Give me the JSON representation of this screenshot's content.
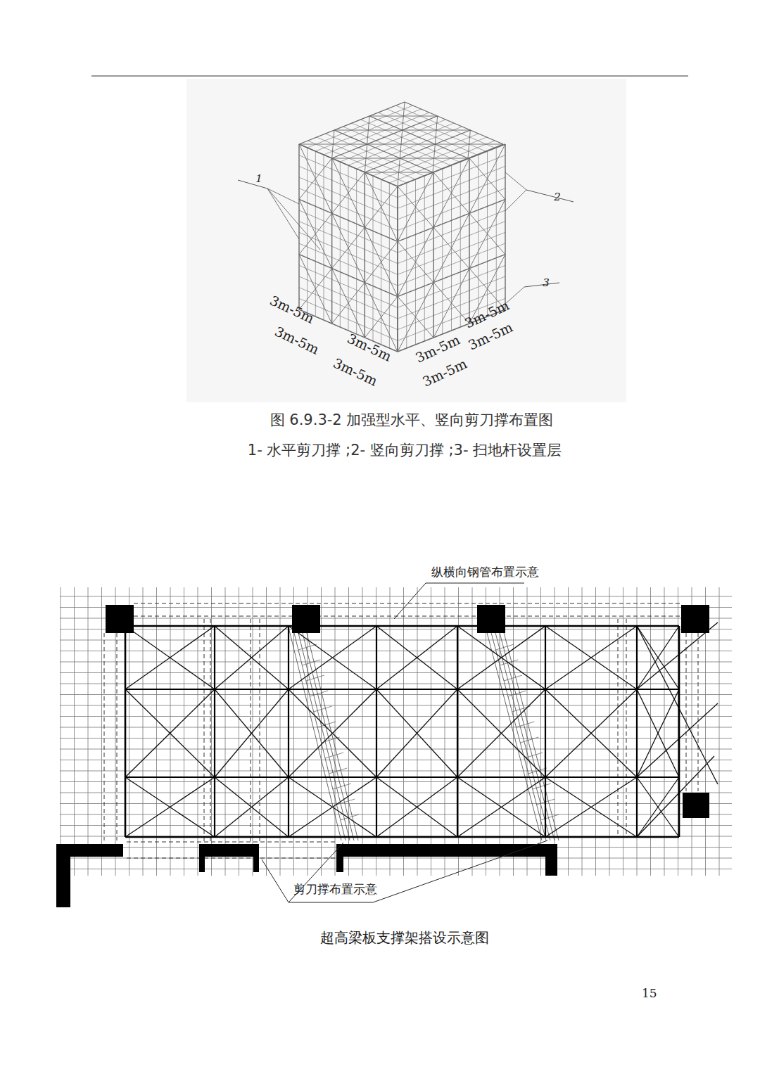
{
  "diagram": {
    "labels": [
      "1",
      "2",
      "3",
      "3m-5m",
      "3m-5m",
      "3m-5m",
      "3m-5m",
      "3m-5m",
      "3m-5m",
      "3m-5m",
      "3m-5m",
      "图 6.9.3-2  加强型水平、竖向剪刀撑布置图",
      "1- 水平剪刀撑 ;2- 竖向剪刀撑 ;3- 扫地杆设置层",
      "纵横向钢管布置示意",
      "剪刀撑布置示意",
      "超高梁板支撑架搭设示意图",
      "15"
    ]
  }
}
